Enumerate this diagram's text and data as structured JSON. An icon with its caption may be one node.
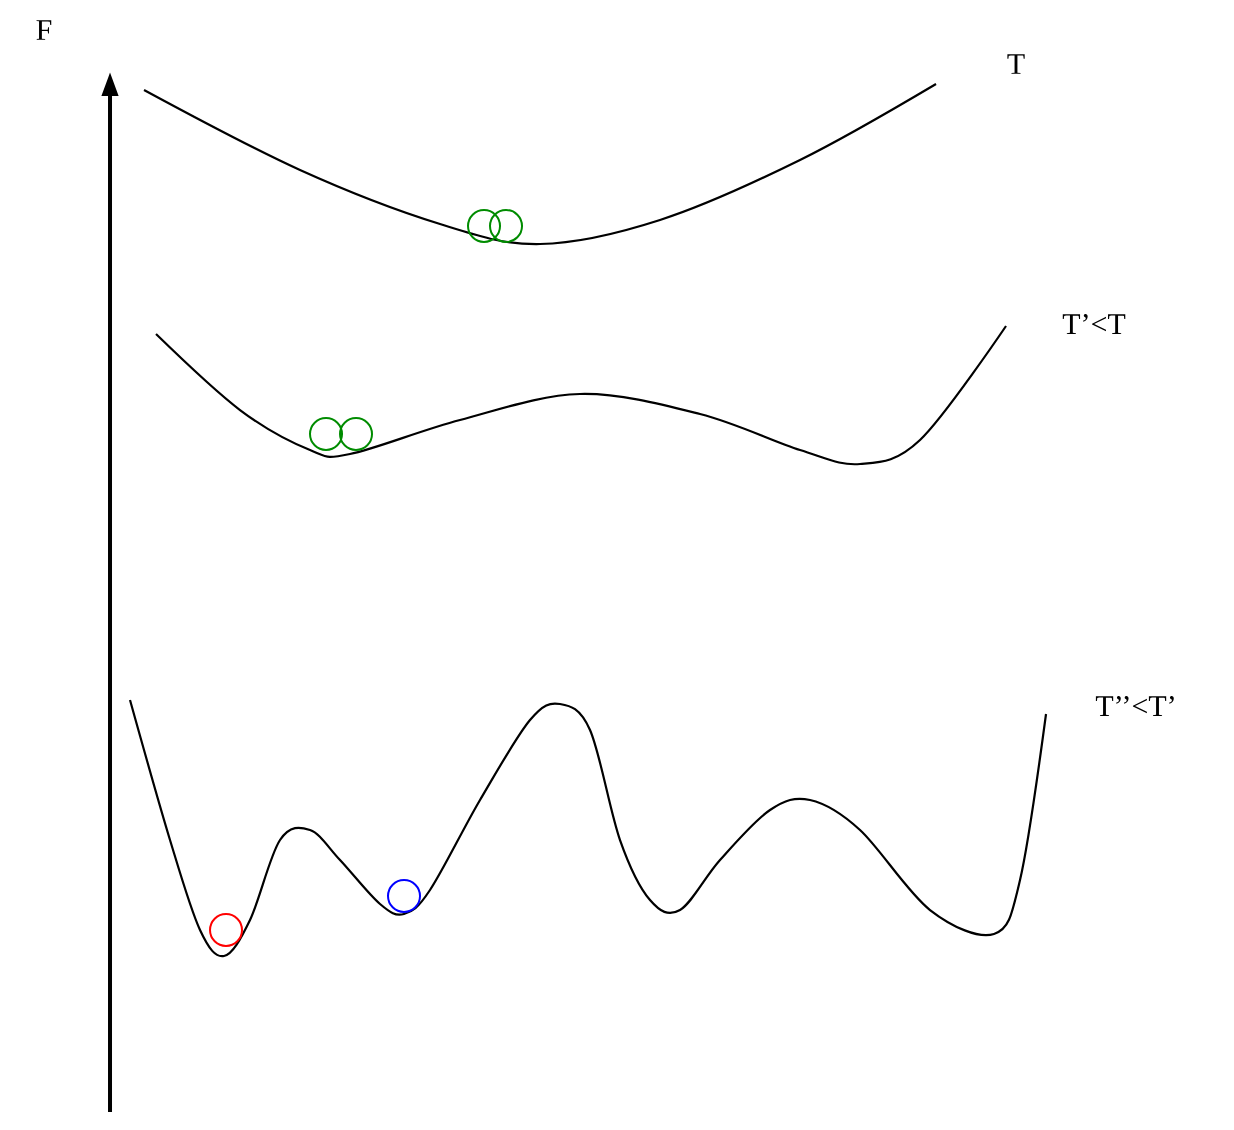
{
  "diagram": {
    "labels": [
      "F",
      "T",
      "T’<T",
      "T’’<T’"
    ]
  }
}
